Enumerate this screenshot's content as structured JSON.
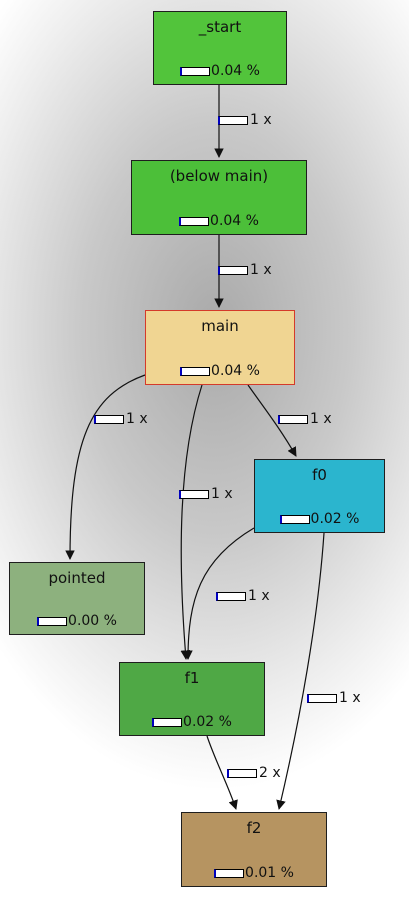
{
  "nodes": {
    "start": {
      "name": "_start",
      "cost": "0.04 %"
    },
    "below": {
      "name": "(below main)",
      "cost": "0.04 %"
    },
    "main": {
      "name": "main",
      "cost": "0.04 %"
    },
    "f0": {
      "name": "f0",
      "cost": "0.02 %"
    },
    "pointed": {
      "name": "pointed",
      "cost": "0.00 %"
    },
    "f1": {
      "name": "f1",
      "cost": "0.02 %"
    },
    "f2": {
      "name": "f2",
      "cost": "0.01 %"
    }
  },
  "calls": {
    "start_below": "1 x",
    "below_main": "1 x",
    "main_pointed": "1 x",
    "main_f0": "1 x",
    "main_f1": "1 x",
    "f0_f1": "1 x",
    "f0_f2": "1 x",
    "f1_f2": "2 x"
  },
  "colors": {
    "start": "#52c43b",
    "below_main": "#4cbf39",
    "main": "#f0d592",
    "main_border": "#d43a2a",
    "f0": "#2bb5ce",
    "pointed": "#8db17e",
    "f1": "#4fa845",
    "f2": "#b69461",
    "cost_bar_fill": "#0000c0"
  }
}
